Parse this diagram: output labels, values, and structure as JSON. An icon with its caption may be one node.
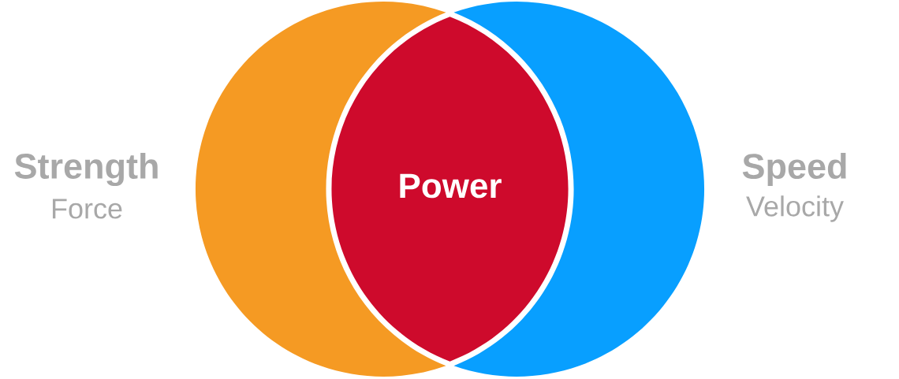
{
  "diagram": {
    "nodes": [
      {
        "text": [],
        "shape": "circle",
        "beside": [
          "Strength",
          "Force"
        ]
      },
      {
        "text": [
          "Power"
        ]
      },
      {
        "text": [],
        "shape": "circle",
        "beside": [
          "Speed",
          "Velocity"
        ]
      }
    ]
  }
}
